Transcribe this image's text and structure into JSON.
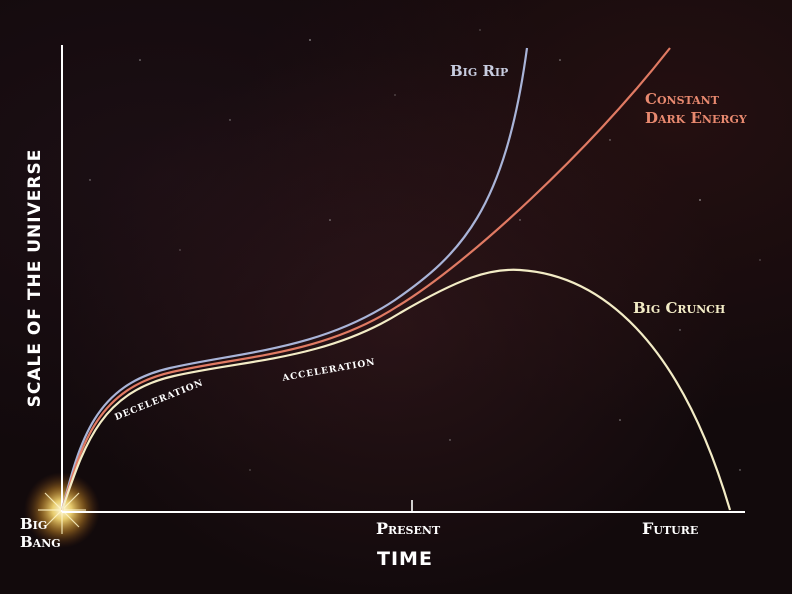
{
  "axes": {
    "y_title": "SCALE OF THE UNIVERSE",
    "x_title": "TIME",
    "origin_line1": "Big",
    "origin_line2": "Bang",
    "tick_present": "Present",
    "tick_future": "Future"
  },
  "curves": [
    {
      "label": "Big Rip",
      "color": "#a9b4d8"
    },
    {
      "label_line1": "Constant",
      "label_line2": "Dark Energy",
      "color": "#e07a63"
    },
    {
      "label": "Big Crunch",
      "color": "#f3ecc6"
    }
  ],
  "annotations": {
    "deceleration": "deceleration",
    "acceleration": "acceleration"
  },
  "colors": {
    "axis": "#ffffff",
    "background": "#120a0c",
    "big_rip": "#a9b4d8",
    "dark_energy": "#e07a63",
    "big_crunch": "#f3ecc6"
  }
}
